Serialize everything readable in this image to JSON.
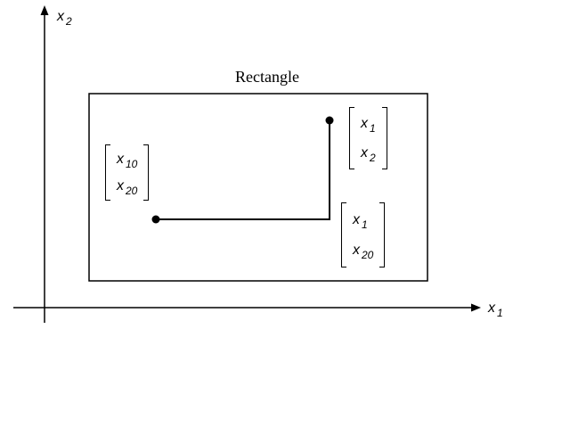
{
  "diagram": {
    "title": "Rectangle",
    "axis_x2": {
      "base": "x",
      "sub": "2"
    },
    "axis_x1": {
      "base": "x",
      "sub": "1"
    },
    "colors": {
      "line": "#000000",
      "background": "#ffffff"
    },
    "vectors": {
      "start": {
        "rows": [
          {
            "base": "x",
            "sub": "10"
          },
          {
            "base": "x",
            "sub": "20"
          }
        ]
      },
      "top": {
        "rows": [
          {
            "base": "x",
            "sub": "1"
          },
          {
            "base": "x",
            "sub": "2"
          }
        ]
      },
      "corner": {
        "rows": [
          {
            "base": "x",
            "sub": "1"
          },
          {
            "base": "x",
            "sub": "20"
          }
        ]
      }
    }
  }
}
